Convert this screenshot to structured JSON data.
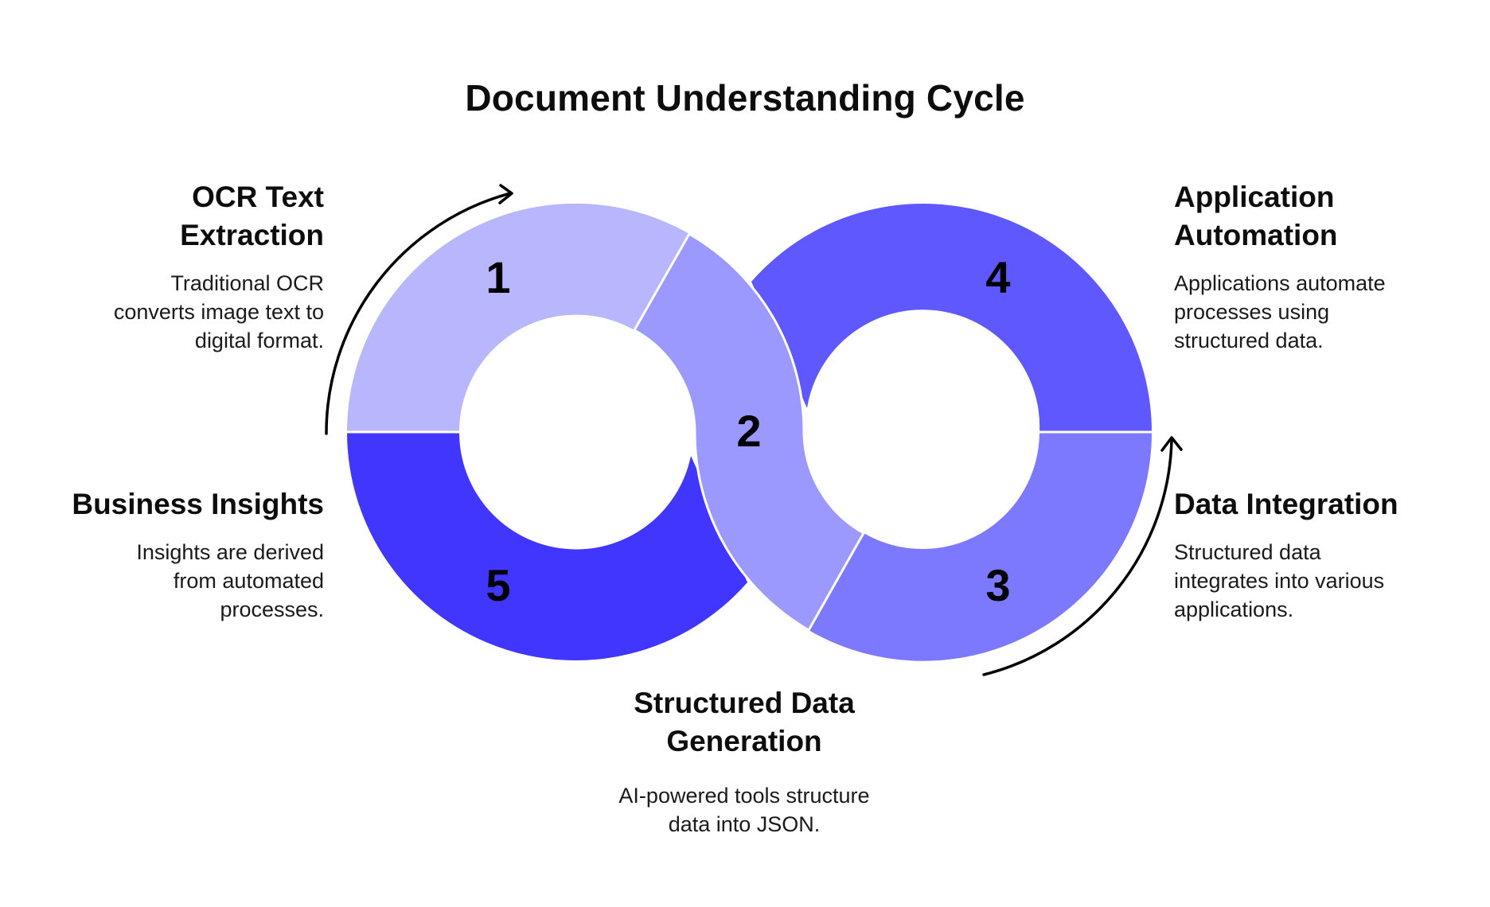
{
  "title": "Document Understanding Cycle",
  "colors": {
    "step1": "#b8b7fe",
    "step2": "#9b99fd",
    "step3": "#7d79fe",
    "step4": "#5e58fe",
    "step5": "#4036fe",
    "arrow": "#000000",
    "divider": "#ffffff"
  },
  "steps": [
    {
      "number": "1",
      "heading_line1": "OCR Text",
      "heading_line2": "Extraction",
      "desc_line1": "Traditional OCR",
      "desc_line2": "converts image text to",
      "desc_line3": "digital format."
    },
    {
      "number": "2",
      "heading_line1": "Structured Data",
      "heading_line2": "Generation",
      "desc_line1": "AI-powered tools structure",
      "desc_line2": "data into JSON."
    },
    {
      "number": "3",
      "heading_line1": "Data Integration",
      "desc_line1": "Structured data",
      "desc_line2": "integrates into various",
      "desc_line3": "applications."
    },
    {
      "number": "4",
      "heading_line1": "Application",
      "heading_line2": "Automation",
      "desc_line1": "Applications automate",
      "desc_line2": "processes using",
      "desc_line3": "structured data."
    },
    {
      "number": "5",
      "heading_line1": "Business Insights",
      "desc_line1": "Insights are derived",
      "desc_line2": "from automated",
      "desc_line3": "processes."
    }
  ],
  "arrows": [
    "arrow-up-right-icon",
    "arrow-up-icon"
  ]
}
